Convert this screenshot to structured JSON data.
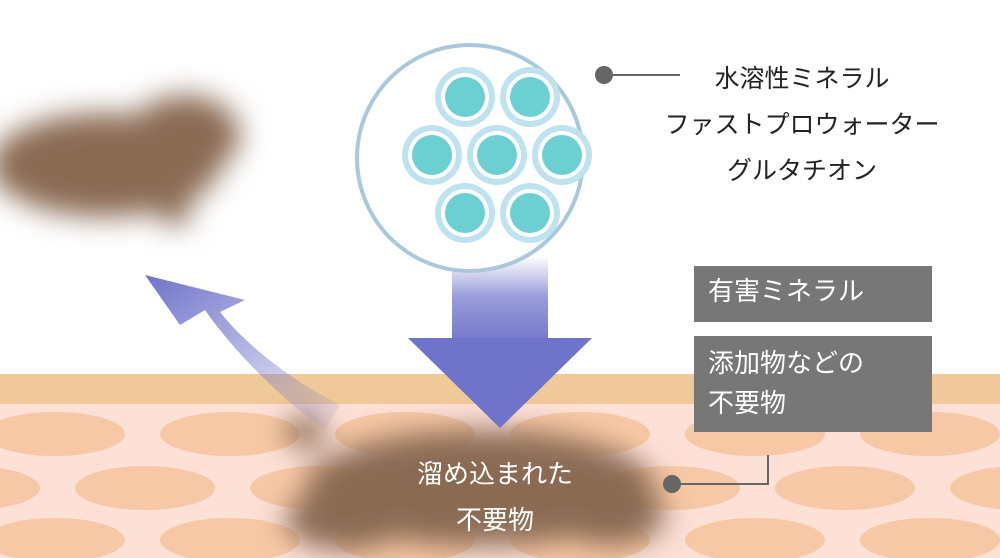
{
  "molecule_labels": [
    "水溶性ミネラル",
    "ファストプロウォーター",
    "グルタチオン"
  ],
  "harmful_label": "有害ミネラル",
  "additive_label": [
    "添加物などの",
    "不要物"
  ],
  "accumulated_label": [
    "溜め込まれた",
    "不要物"
  ],
  "colors": {
    "circle_ring": "#a9c8dc",
    "molecule_core": "#6ccfd2",
    "molecule_ring": "#ffffff",
    "molecule_outer": "#bfe2ef",
    "arrow": "#6f73c9",
    "skin_top_band": "#f0c99a",
    "skin_lower": "#fde0d6",
    "skin_cell": "#f7c8a5",
    "residue": "#8a6a52",
    "label_box": "#777777",
    "connector": "#666666"
  }
}
